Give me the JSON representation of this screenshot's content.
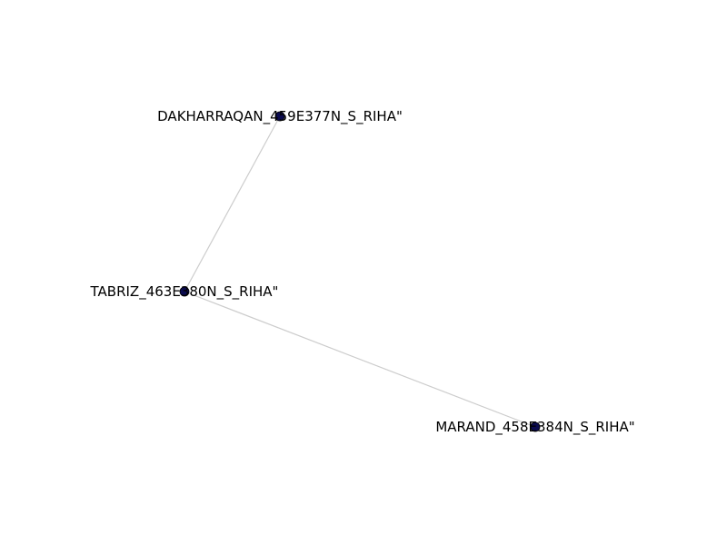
{
  "graph": {
    "node_color": "#0b0b4f",
    "edge_color": "#cccccc",
    "label_color": "#000000",
    "nodes": [
      {
        "id": "dakharraqan",
        "label": "DAKHARRAQAN_459E377N_S_RIHA\""
      },
      {
        "id": "tabriz",
        "label": "TABRIZ_463E380N_S_RIHA\""
      },
      {
        "id": "marand",
        "label": "MARAND_458E384N_S_RIHA\""
      }
    ],
    "edges": [
      {
        "source": "dakharraqan",
        "target": "tabriz"
      },
      {
        "source": "tabriz",
        "target": "marand"
      }
    ]
  }
}
